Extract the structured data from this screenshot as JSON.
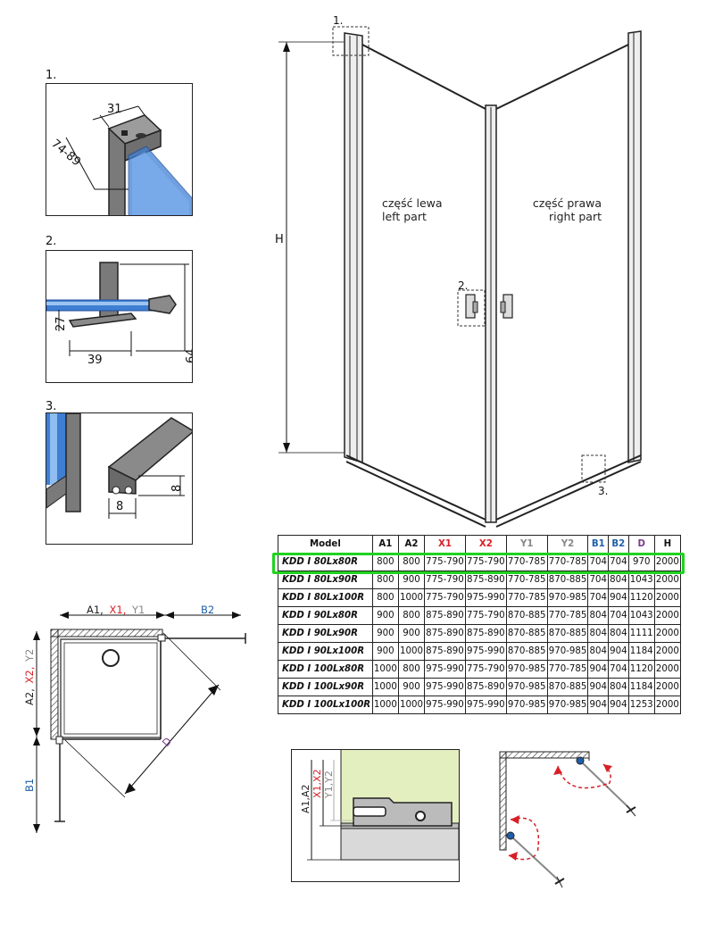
{
  "colors": {
    "red": "#d81f26",
    "blue": "#1f5fa8",
    "gray": "#888888",
    "purple": "#7a3b8c",
    "highlight": "#1fd31f",
    "glass": "#3f7fd3"
  },
  "details": [
    {
      "label": "1.",
      "dims": [
        "31",
        "74-89"
      ]
    },
    {
      "label": "2.",
      "dims": [
        "27",
        "39",
        "64"
      ]
    },
    {
      "label": "3.",
      "dims": [
        "8",
        "8"
      ]
    }
  ],
  "main_diagram": {
    "callouts": [
      "1.",
      "2.",
      "3."
    ],
    "height_label": "H",
    "left_part": [
      "część lewa",
      "left part"
    ],
    "right_part": [
      "część prawa",
      "right part"
    ]
  },
  "table": {
    "headers": [
      {
        "text": "Model",
        "color": "#111111"
      },
      {
        "text": "A1",
        "color": "#111111"
      },
      {
        "text": "A2",
        "color": "#111111"
      },
      {
        "text": "X1",
        "color": "#d81f26"
      },
      {
        "text": "X2",
        "color": "#d81f26"
      },
      {
        "text": "Y1",
        "color": "#888888"
      },
      {
        "text": "Y2",
        "color": "#888888"
      },
      {
        "text": "B1",
        "color": "#1f5fa8"
      },
      {
        "text": "B2",
        "color": "#1f5fa8"
      },
      {
        "text": "D",
        "color": "#7a3b8c"
      },
      {
        "text": "H",
        "color": "#111111"
      }
    ],
    "rows": [
      [
        "KDD I 80Lx80R",
        "800",
        "800",
        "775-790",
        "775-790",
        "770-785",
        "770-785",
        "704",
        "704",
        "970",
        "2000"
      ],
      [
        "KDD I 80Lx90R",
        "800",
        "900",
        "775-790",
        "875-890",
        "770-785",
        "870-885",
        "704",
        "804",
        "1043",
        "2000"
      ],
      [
        "KDD I 80Lx100R",
        "800",
        "1000",
        "775-790",
        "975-990",
        "770-785",
        "970-985",
        "704",
        "904",
        "1120",
        "2000"
      ],
      [
        "KDD I 90Lx80R",
        "900",
        "800",
        "875-890",
        "775-790",
        "870-885",
        "770-785",
        "804",
        "704",
        "1043",
        "2000"
      ],
      [
        "KDD I 90Lx90R",
        "900",
        "900",
        "875-890",
        "875-890",
        "870-885",
        "870-885",
        "804",
        "804",
        "1111",
        "2000"
      ],
      [
        "KDD I 90Lx100R",
        "900",
        "1000",
        "875-890",
        "975-990",
        "870-885",
        "970-985",
        "804",
        "904",
        "1184",
        "2000"
      ],
      [
        "KDD I 100Lx80R",
        "1000",
        "800",
        "975-990",
        "775-790",
        "970-985",
        "770-785",
        "904",
        "704",
        "1120",
        "2000"
      ],
      [
        "KDD I 100Lx90R",
        "1000",
        "900",
        "975-990",
        "875-890",
        "970-985",
        "870-885",
        "904",
        "804",
        "1184",
        "2000"
      ],
      [
        "KDD I 100Lx100R",
        "1000",
        "1000",
        "975-990",
        "975-990",
        "970-985",
        "970-985",
        "904",
        "904",
        "1253",
        "2000"
      ]
    ]
  },
  "plan": {
    "top_label": {
      "a": "A1,",
      "x": "X1,",
      "y": "Y1"
    },
    "top_right_label": "B2",
    "side_label": {
      "a": "A2,",
      "x": "X2,",
      "y": "Y2"
    },
    "bottom_side_label": "B1",
    "diag_label": "D"
  },
  "section": {
    "a": "A1,A2",
    "x": "X1,X2",
    "y": "Y1,Y2"
  }
}
